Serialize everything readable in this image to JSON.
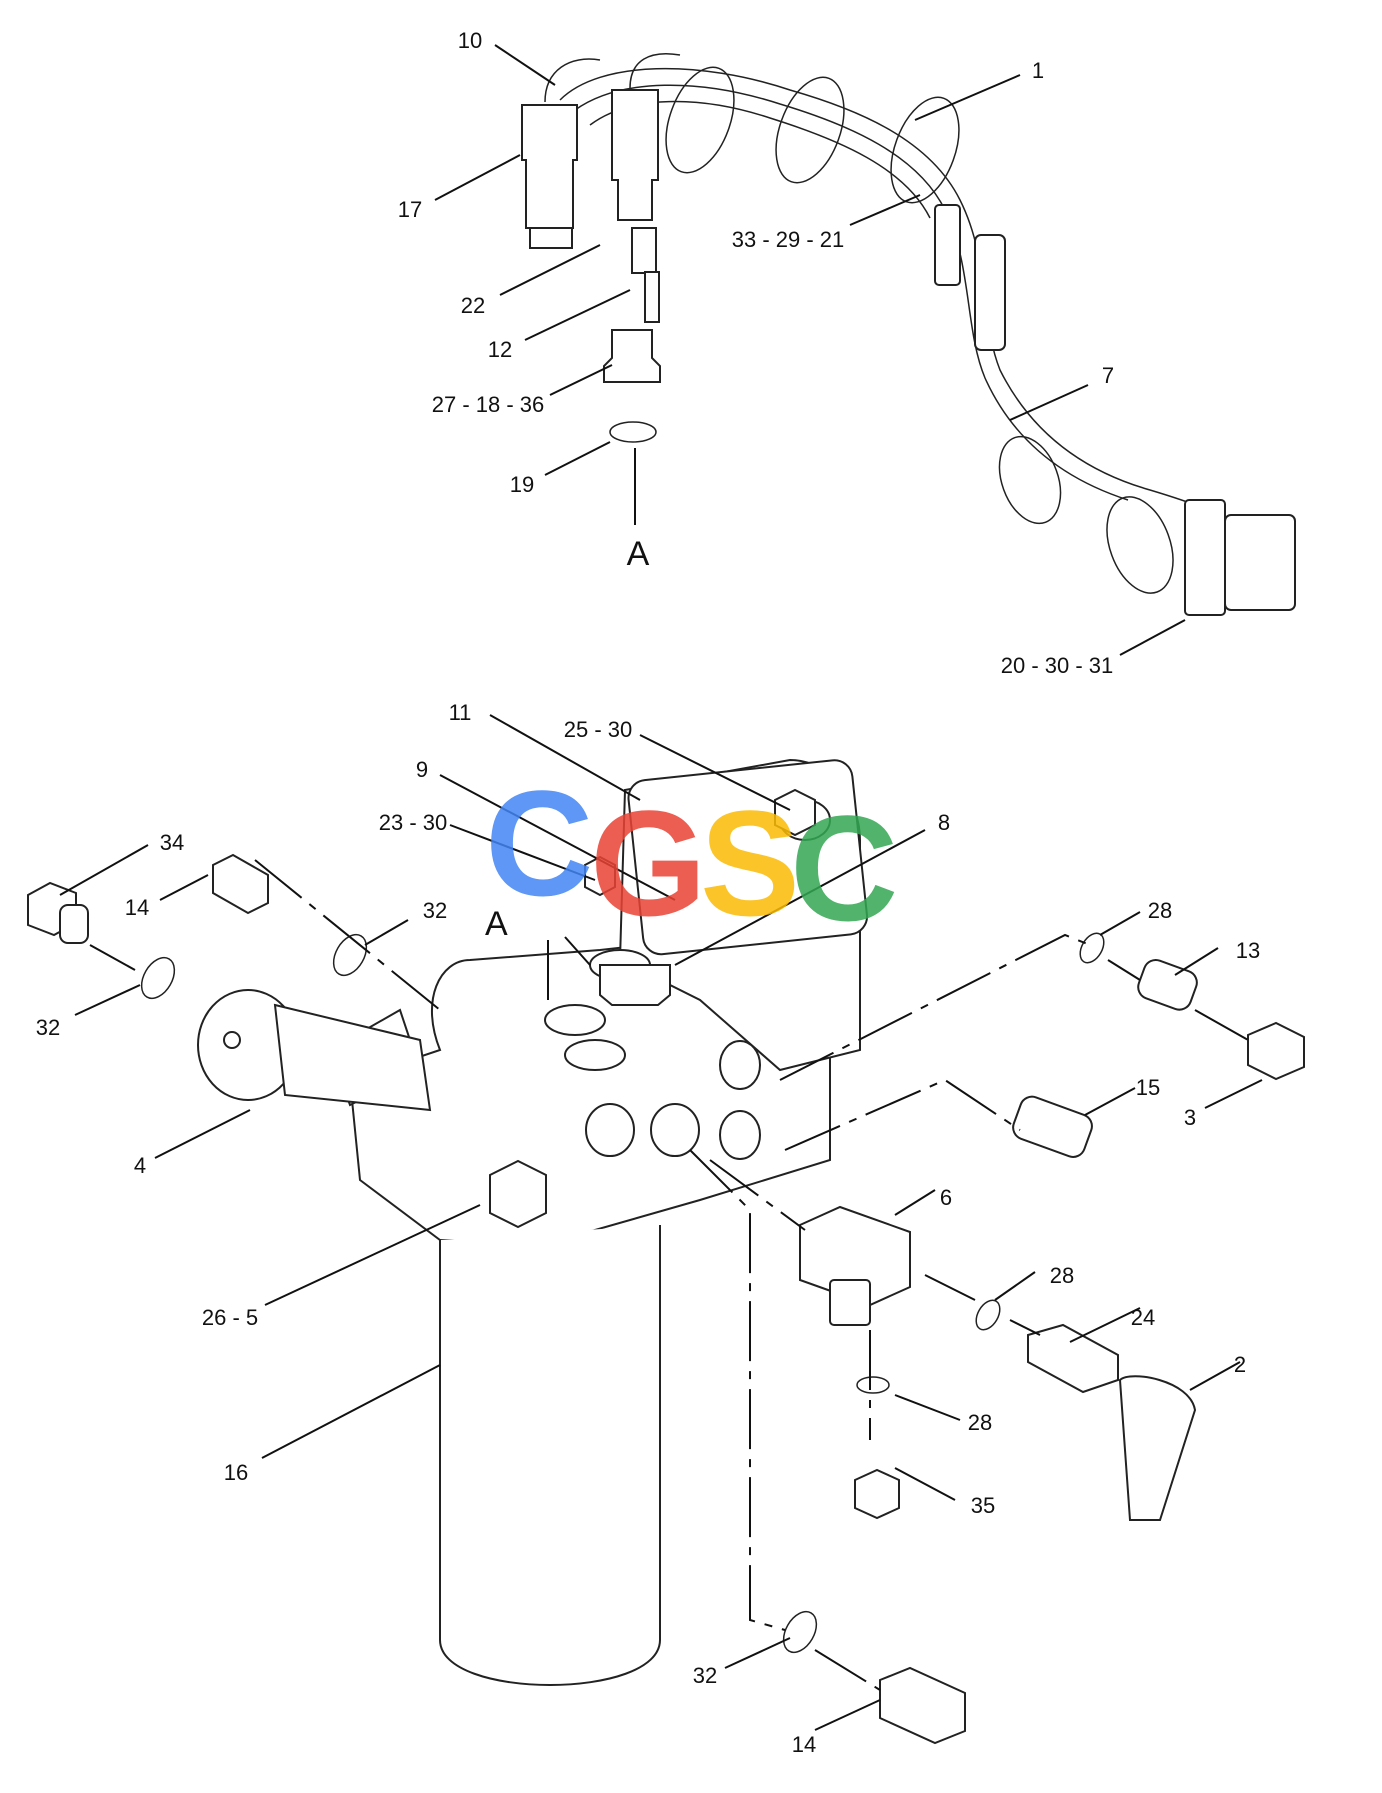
{
  "diagram": {
    "view_marker": "A",
    "watermark": {
      "text": "CGSC",
      "colors": [
        "#4285F4",
        "#EA4335",
        "#FBBC05",
        "#34A853"
      ]
    },
    "labels": [
      "10",
      "1",
      "17",
      "33 - 29 - 21",
      "22",
      "12",
      "27 - 18 - 36",
      "7",
      "19",
      "20 - 30 - 31",
      "11",
      "25 - 30",
      "9",
      "8",
      "23 - 30",
      "34",
      "14",
      "32",
      "32",
      "28",
      "13",
      "4",
      "15",
      "3",
      "6",
      "28",
      "24",
      "2",
      "26 - 5",
      "28",
      "16",
      "35",
      "32",
      "14"
    ]
  }
}
